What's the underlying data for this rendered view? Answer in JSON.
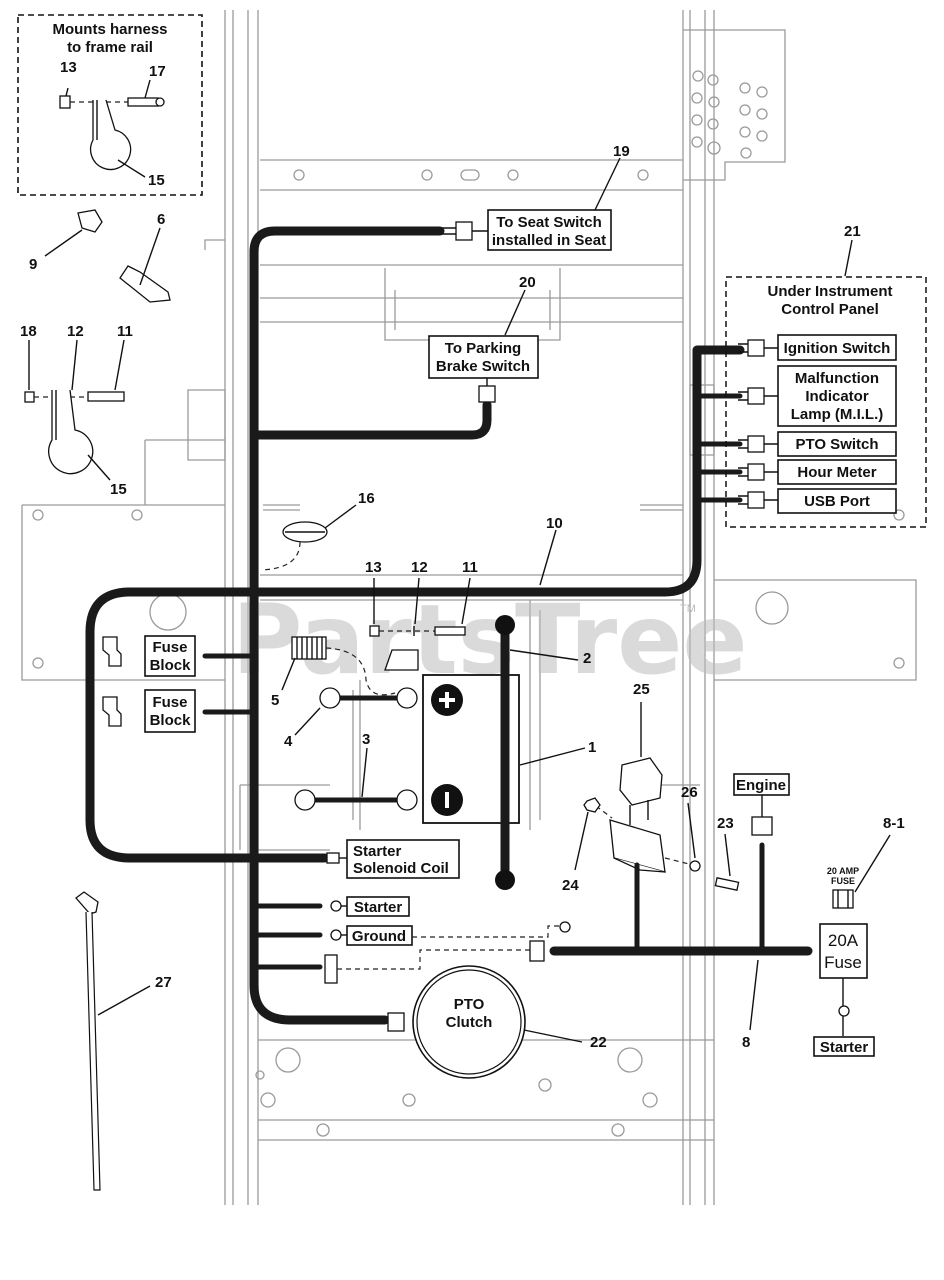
{
  "watermark": {
    "text": "PartsTree",
    "tm": "TM"
  },
  "mount_box": {
    "title_line1": "Mounts harness",
    "title_line2": "to frame rail"
  },
  "instrument_panel": {
    "title_line1": "Under Instrument",
    "title_line2": "Control Panel"
  },
  "labels": {
    "seat_switch_1": "To Seat Switch",
    "seat_switch_2": "installed in Seat",
    "parking_brake_1": "To Parking",
    "parking_brake_2": "Brake Switch",
    "ignition": "Ignition Switch",
    "mil_1": "Malfunction",
    "mil_2": "Indicator",
    "mil_3": "Lamp (M.I.L.)",
    "pto_switch": "PTO Switch",
    "hour_meter": "Hour Meter",
    "usb": "USB Port",
    "fuse_block_1": "Fuse",
    "fuse_block_2": "Block",
    "starter_solenoid_1": "Starter",
    "starter_solenoid_2": "Solenoid Coil",
    "starter": "Starter",
    "ground": "Ground",
    "pto_clutch_1": "PTO",
    "pto_clutch_2": "Clutch",
    "engine": "Engine",
    "fuse20_small_1": "20 AMP",
    "fuse20_small_2": "FUSE",
    "fuse20_1": "20A",
    "fuse20_2": "Fuse",
    "starter_bottom": "Starter"
  },
  "callouts": {
    "c1": "1",
    "c2": "2",
    "c3": "3",
    "c4": "4",
    "c5": "5",
    "c6": "6",
    "c8": "8",
    "c8_1": "8-1",
    "c9": "9",
    "c10": "10",
    "c11": "11",
    "c11b": "11",
    "c12": "12",
    "c12b": "12",
    "c13": "13",
    "c13b": "13",
    "c15": "15",
    "c15b": "15",
    "c16": "16",
    "c17": "17",
    "c18": "18",
    "c19": "19",
    "c20": "20",
    "c21": "21",
    "c22": "22",
    "c23": "23",
    "c24": "24",
    "c25": "25",
    "c26": "26",
    "c27": "27"
  }
}
